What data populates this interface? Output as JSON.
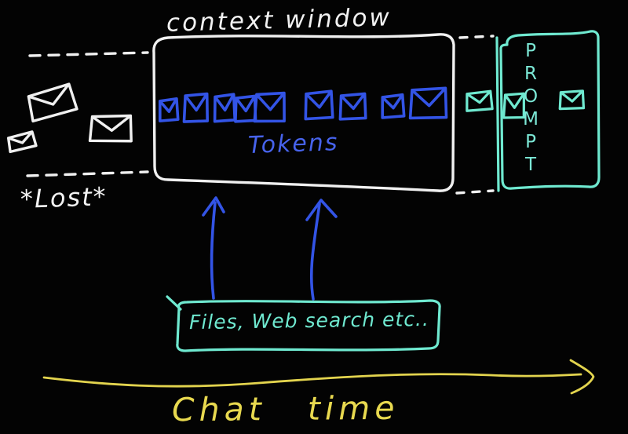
{
  "canvas": {
    "background": "#030303",
    "kind": "hand-drawn whiteboard sketch"
  },
  "colors": {
    "ink_white": "#f0f0f0",
    "ink_blue": "#3354e6",
    "ink_cyan": "#6fe9d0",
    "ink_yellow": "#e3d44e"
  },
  "diagram": {
    "context_window_label": "context window",
    "tokens_label": "Tokens",
    "lost_label": "*Lost*",
    "prompt_label": "PROMPT",
    "sources_label": "Files, Web search etc..",
    "timeline_label": "Chat time",
    "token_envelope_count": 9,
    "lost_envelope_count": 3,
    "entering_envelope_count": 1,
    "prompt_envelope_count": 2,
    "up_arrow_count": 2
  }
}
